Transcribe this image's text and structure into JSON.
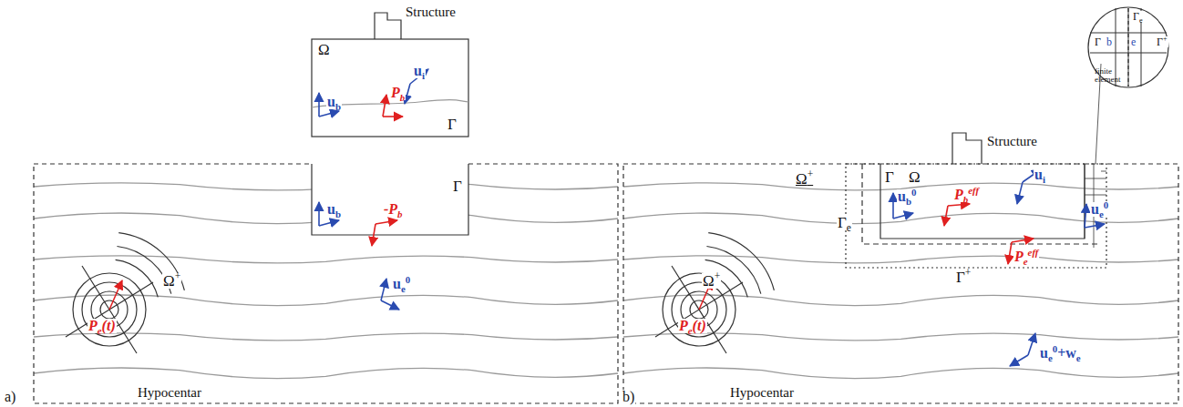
{
  "diagram": {
    "labels": [
      "Structure",
      "Ω",
      "ui",
      "ub",
      "Pb",
      "Γ",
      "Γ",
      "ub",
      "-Pb",
      "Ω+",
      "ue0",
      "Pe(t)",
      "Hypocentar",
      "a)",
      "Structure",
      "Ω+",
      "Γ",
      "Ω",
      "ui",
      "Γe",
      "ub0",
      "Pbeff",
      "ue0",
      "Peeff",
      "Γ+",
      "Ω+",
      "Pe(t)",
      "Hypocentar",
      "ue0+we",
      "b)",
      "Γe",
      "Γ",
      "b",
      "e",
      "Γ+",
      "finite element"
    ]
  }
}
